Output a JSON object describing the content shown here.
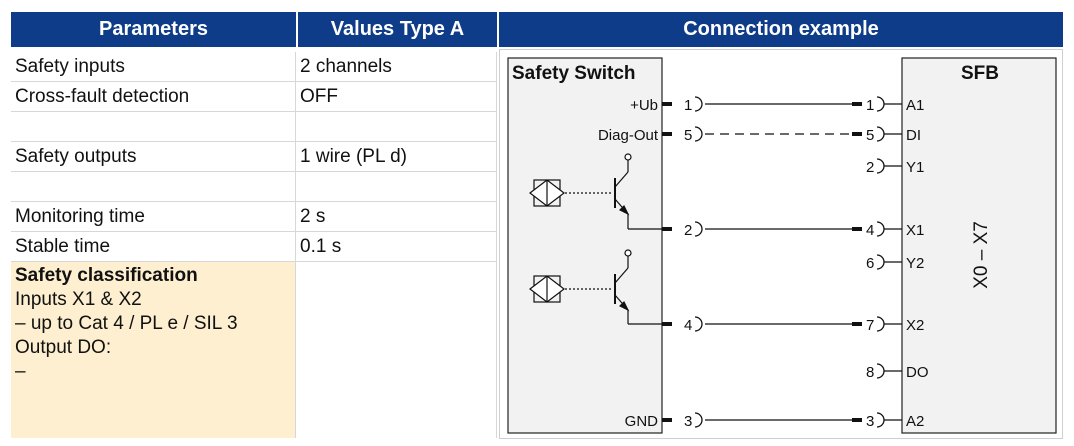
{
  "header": {
    "parameters": "Parameters",
    "values": "Values Type A",
    "connection": "Connection example"
  },
  "rows": [
    {
      "param": "Safety inputs",
      "value": "2 channels"
    },
    {
      "param": "Cross-fault detection",
      "value": "OFF"
    },
    {
      "param": "",
      "value": ""
    },
    {
      "param": "Safety outputs",
      "value": "1 wire (PL d)"
    },
    {
      "param": "",
      "value": ""
    },
    {
      "param": "Monitoring time",
      "value": "2 s"
    },
    {
      "param": "Stable time",
      "value": "0.1 s"
    }
  ],
  "classification": {
    "title": "Safety classification",
    "line1": "Inputs X1 & X2",
    "line2": "–   up to Cat 4 / PL e / SIL 3",
    "line3": "Output DO:",
    "line4": "–"
  },
  "diagram": {
    "switch_title": "Safety Switch",
    "sfb_title": "SFB",
    "sfb_side_label": "X0 – X7",
    "switch_pins": [
      {
        "label": "+Ub",
        "pin": "1"
      },
      {
        "label": "Diag-Out",
        "pin": "5"
      },
      {
        "label": "",
        "pin": "2"
      },
      {
        "label": "",
        "pin": "4"
      },
      {
        "label": "GND",
        "pin": "3"
      }
    ],
    "sfb_pins": [
      {
        "pin": "1",
        "name": "A1"
      },
      {
        "pin": "5",
        "name": "DI"
      },
      {
        "pin": "2",
        "name": "Y1"
      },
      {
        "pin": "4",
        "name": "X1"
      },
      {
        "pin": "6",
        "name": "Y2"
      },
      {
        "pin": "7",
        "name": "X2"
      },
      {
        "pin": "8",
        "name": "DO"
      },
      {
        "pin": "3",
        "name": "A2"
      }
    ]
  }
}
